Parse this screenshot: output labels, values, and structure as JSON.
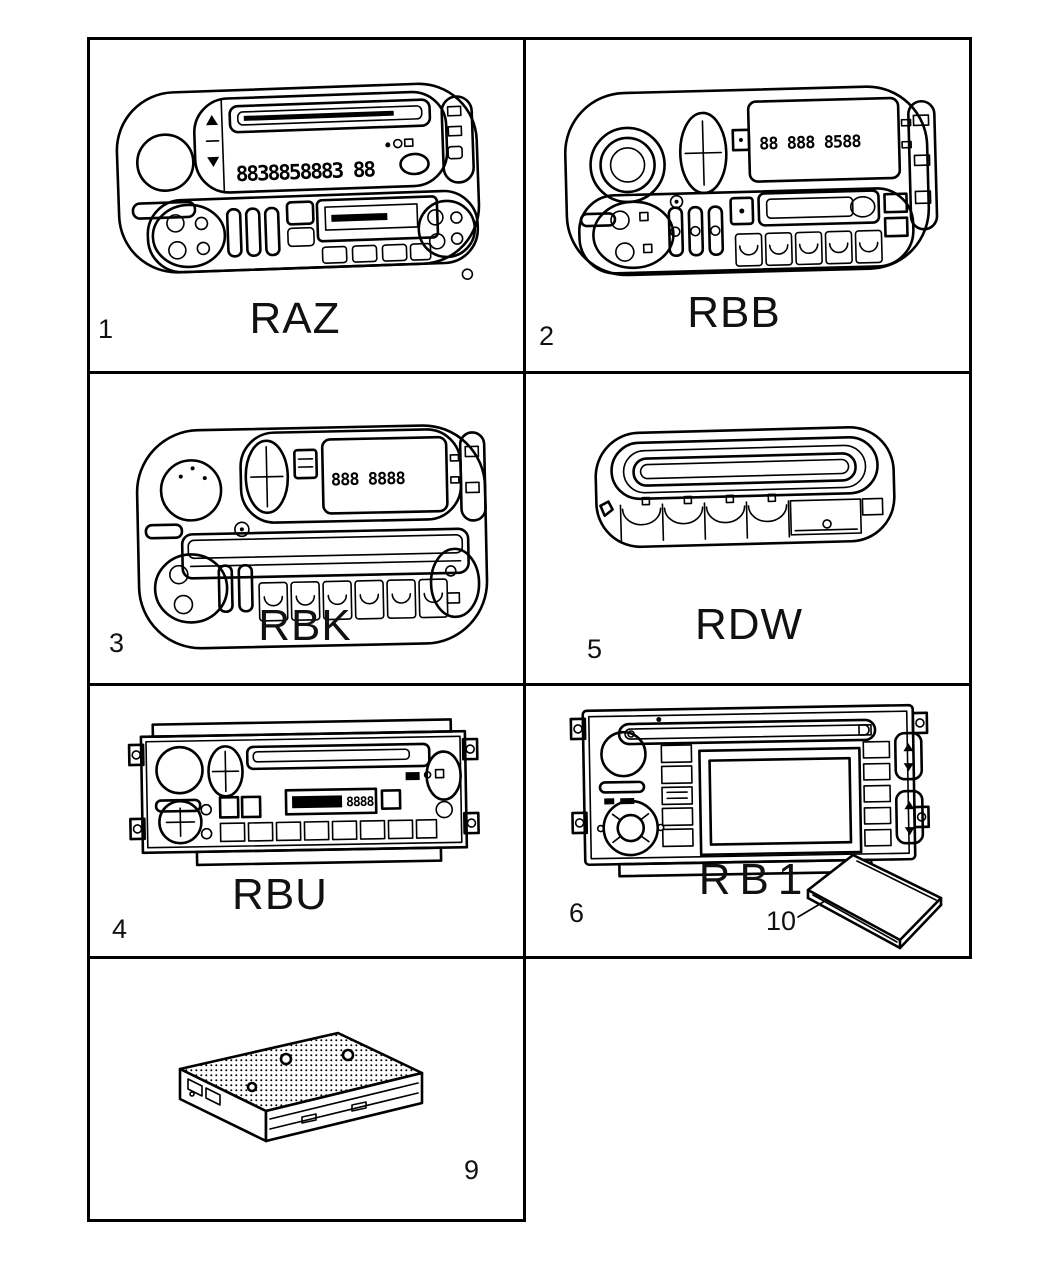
{
  "diagram": {
    "colors": {
      "line": "#000000",
      "background": "#ffffff"
    },
    "cells": [
      {
        "id": "raz",
        "callout": "1",
        "label": "RAZ",
        "display_text": "8838858883 88"
      },
      {
        "id": "rbb",
        "callout": "2",
        "label": "RBB",
        "display_text": "88 888 8588"
      },
      {
        "id": "rbk",
        "callout": "3",
        "label": "RBK",
        "display_text": "888 8888"
      },
      {
        "id": "rdw",
        "callout": "5",
        "label": "RDW"
      },
      {
        "id": "rbu",
        "callout": "4",
        "label": "RBU",
        "display_text": "8888"
      },
      {
        "id": "rb1",
        "callout": "6",
        "label": "RB1",
        "extra_callout": "10"
      },
      {
        "id": "amplifier",
        "callout": "9"
      }
    ]
  }
}
